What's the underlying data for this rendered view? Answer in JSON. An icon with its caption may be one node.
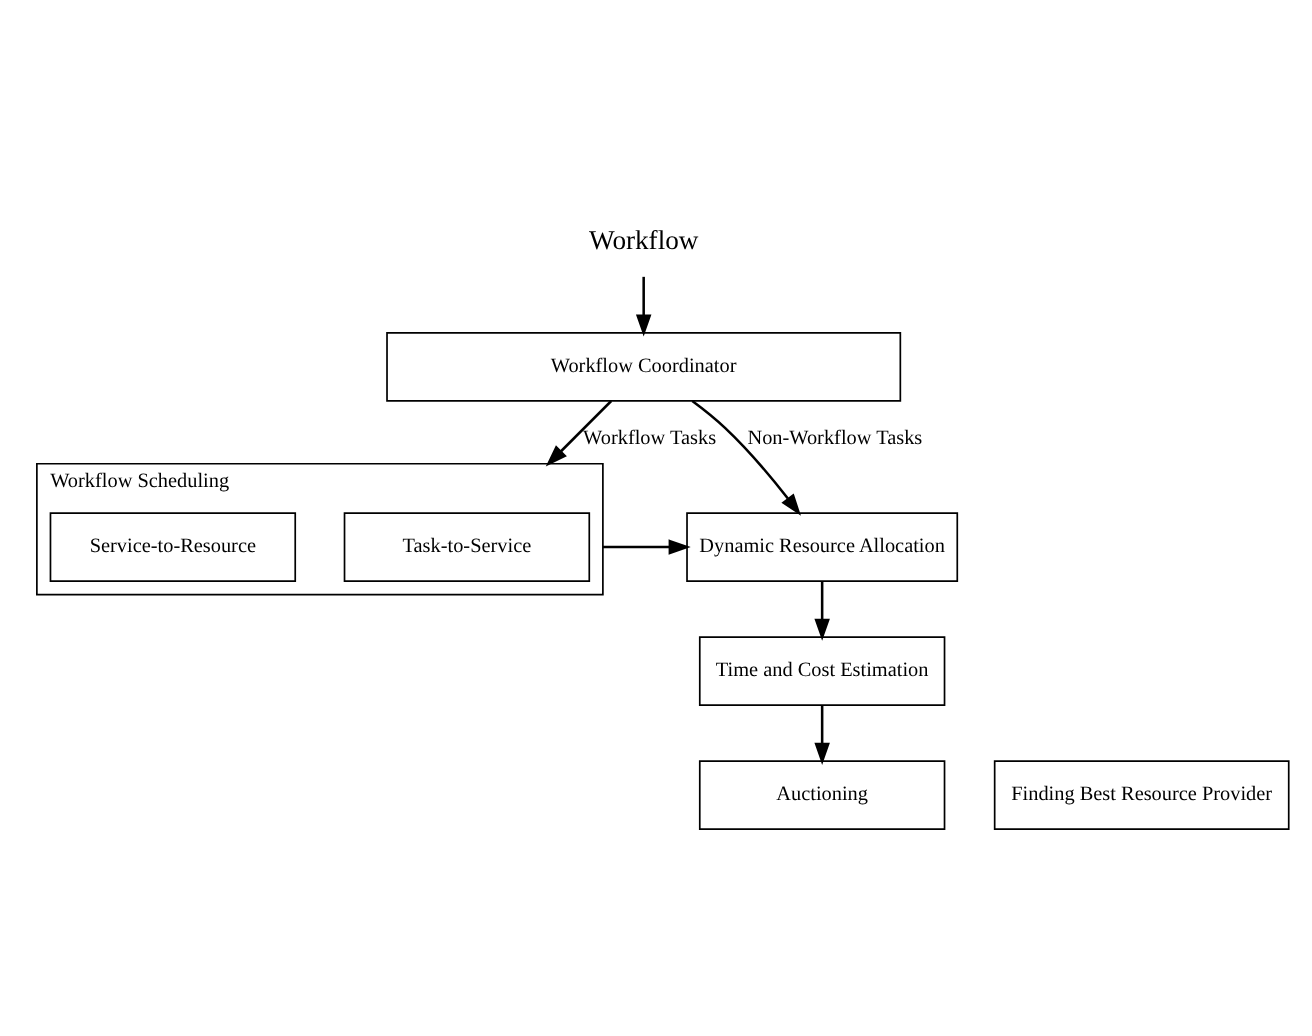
{
  "diagram": {
    "nodes": [
      {
        "text": [
          "Workflow"
        ]
      },
      {
        "text": [
          "Workflow Coordinator"
        ]
      },
      {
        "text": [
          "Workflow Scheduling"
        ]
      },
      {
        "text": [
          "Task-to-Service"
        ],
        "in": 2
      },
      {
        "text": [
          "Service-to-Resource"
        ],
        "in": 2
      },
      {
        "text": [
          "Dynamic Resource Allocation"
        ]
      },
      {
        "text": [
          "Time and Cost Estimation"
        ]
      },
      {
        "text": [
          "Finding Best Resource Provider"
        ]
      },
      {
        "text": [
          "Auctioning"
        ]
      }
    ],
    "edges": [
      {
        "from": 0,
        "to": 1,
        "arrow": "to"
      },
      {
        "from": 1,
        "to": 2,
        "label": "Workflow Tasks",
        "arrow": "to"
      },
      {
        "from": 1,
        "to": 5,
        "label": "Non-Workflow Tasks",
        "arrow": "to"
      },
      {
        "from": 2,
        "to": 5,
        "arrow": "to"
      },
      {
        "from": 5,
        "to": 6,
        "arrow": "to"
      },
      {
        "from": 6,
        "to": 8,
        "arrow": "to"
      }
    ]
  }
}
